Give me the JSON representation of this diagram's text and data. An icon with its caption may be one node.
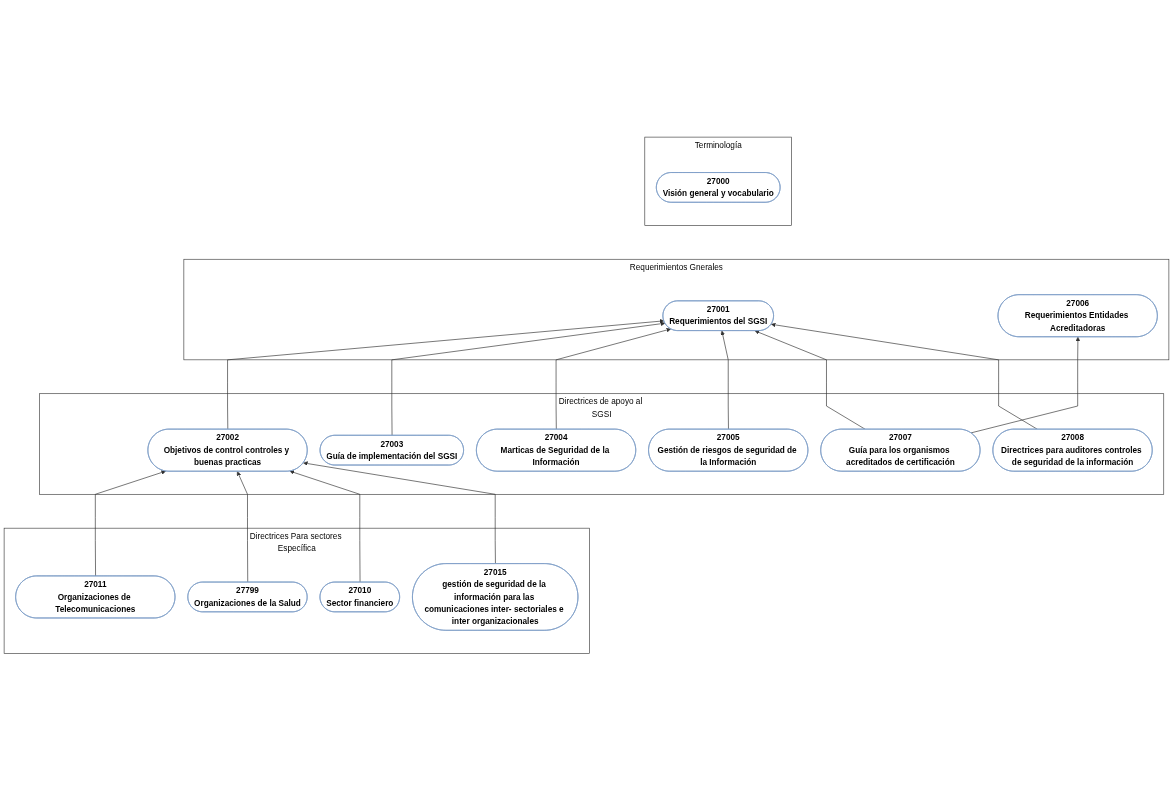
{
  "diagram": {
    "nodes": [
      {
        "text": [
          "Terminología"
        ]
      },
      {
        "text": [
          "27000",
          "Visión general y vocabulario"
        ],
        "in": 0
      },
      {
        "text": [
          "Requerimientos Gnerales"
        ]
      },
      {
        "text": [
          "27001",
          "Requerimientos del SGSI"
        ],
        "in": 2
      },
      {
        "text": [
          "27006",
          "Requerimientos Entidades Acreditadoras"
        ],
        "in": 2
      },
      {
        "text": [
          "Directrices de apoyo al SGSI"
        ]
      },
      {
        "text": [
          "27002",
          "Objetivos de control controles y buenas practicas"
        ],
        "in": 5
      },
      {
        "text": [
          "27003",
          "Guía de implementación del SGSI"
        ],
        "in": 5
      },
      {
        "text": [
          "27004",
          "Marticas de Seguridad de la Información"
        ],
        "in": 5
      },
      {
        "text": [
          "27005",
          "Gestión de riesgos de seguridad de la Información"
        ],
        "in": 5
      },
      {
        "text": [
          "27007",
          "Guía para los organismos acreditados de certificación"
        ],
        "in": 5
      },
      {
        "text": [
          "27008",
          "Directrices para auditores controles de seguridad de la información"
        ],
        "in": 5
      },
      {
        "text": [
          "Directrices Para sectores Específica"
        ]
      },
      {
        "text": [
          "27011",
          "Organizaciones de Telecomunicaciones"
        ],
        "in": 12
      },
      {
        "text": [
          "27799",
          "Organizaciones de la Salud"
        ],
        "in": 12
      },
      {
        "text": [
          "27010",
          "Sector financiero"
        ],
        "in": 12
      },
      {
        "text": [
          "27015",
          "gestión de seguridad de la información para las comunicaciones inter- sectoriales e inter organizacionales"
        ],
        "in": 12
      }
    ],
    "edges": [
      {
        "from": 6,
        "to": 3,
        "arrow": "to"
      },
      {
        "from": 7,
        "to": 3,
        "arrow": "to"
      },
      {
        "from": 8,
        "to": 3,
        "arrow": "to"
      },
      {
        "from": 9,
        "to": 3,
        "arrow": "to"
      },
      {
        "from": 10,
        "to": 3,
        "arrow": "to"
      },
      {
        "from": 11,
        "to": 3,
        "arrow": "to"
      },
      {
        "from": 10,
        "to": 4,
        "arrow": "to"
      },
      {
        "from": 13,
        "to": 6,
        "arrow": "to"
      },
      {
        "from": 14,
        "to": 6,
        "arrow": "to"
      },
      {
        "from": 15,
        "to": 6,
        "arrow": "to"
      },
      {
        "from": 16,
        "to": 6,
        "arrow": "to"
      }
    ]
  }
}
